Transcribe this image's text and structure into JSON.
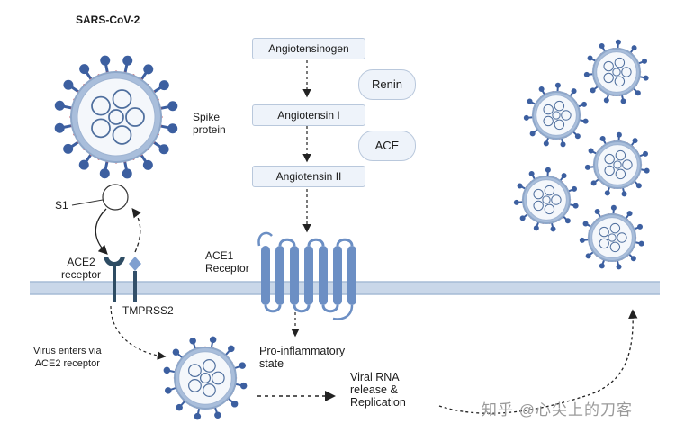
{
  "title": "SARS-CoV-2",
  "labels": {
    "spike_protein": [
      "Spike",
      "protein"
    ],
    "s1": "S1",
    "ace2_receptor": [
      "ACE2",
      "receptor"
    ],
    "tmprss2": "TMPRSS2",
    "ace1_receptor": [
      "ACE1",
      "Receptor"
    ],
    "virus_enters": [
      "Virus enters via",
      "ACE2 receptor"
    ],
    "pro_inflammatory": [
      "Pro-inflammatory",
      "state"
    ],
    "viral_rna": [
      "Viral RNA",
      "release &",
      "Replication"
    ]
  },
  "pathway": {
    "angiotensinogen": "Angiotensinogen",
    "renin": "Renin",
    "angiotensin_1": "Angiotensin I",
    "ace": "ACE",
    "angiotensin_2": "Angiotensin II"
  },
  "watermark": "知乎 @心尖上的刀客",
  "colors": {
    "virus_fill": "#a9bedb",
    "virus_ring": "#8ea7c9",
    "spike": "#3c5fa0",
    "membrane": "#c9d7e9",
    "receptor": "#6c8fc4",
    "ace2": "#2e4c63",
    "tmprss2": "#7f9fd0"
  }
}
